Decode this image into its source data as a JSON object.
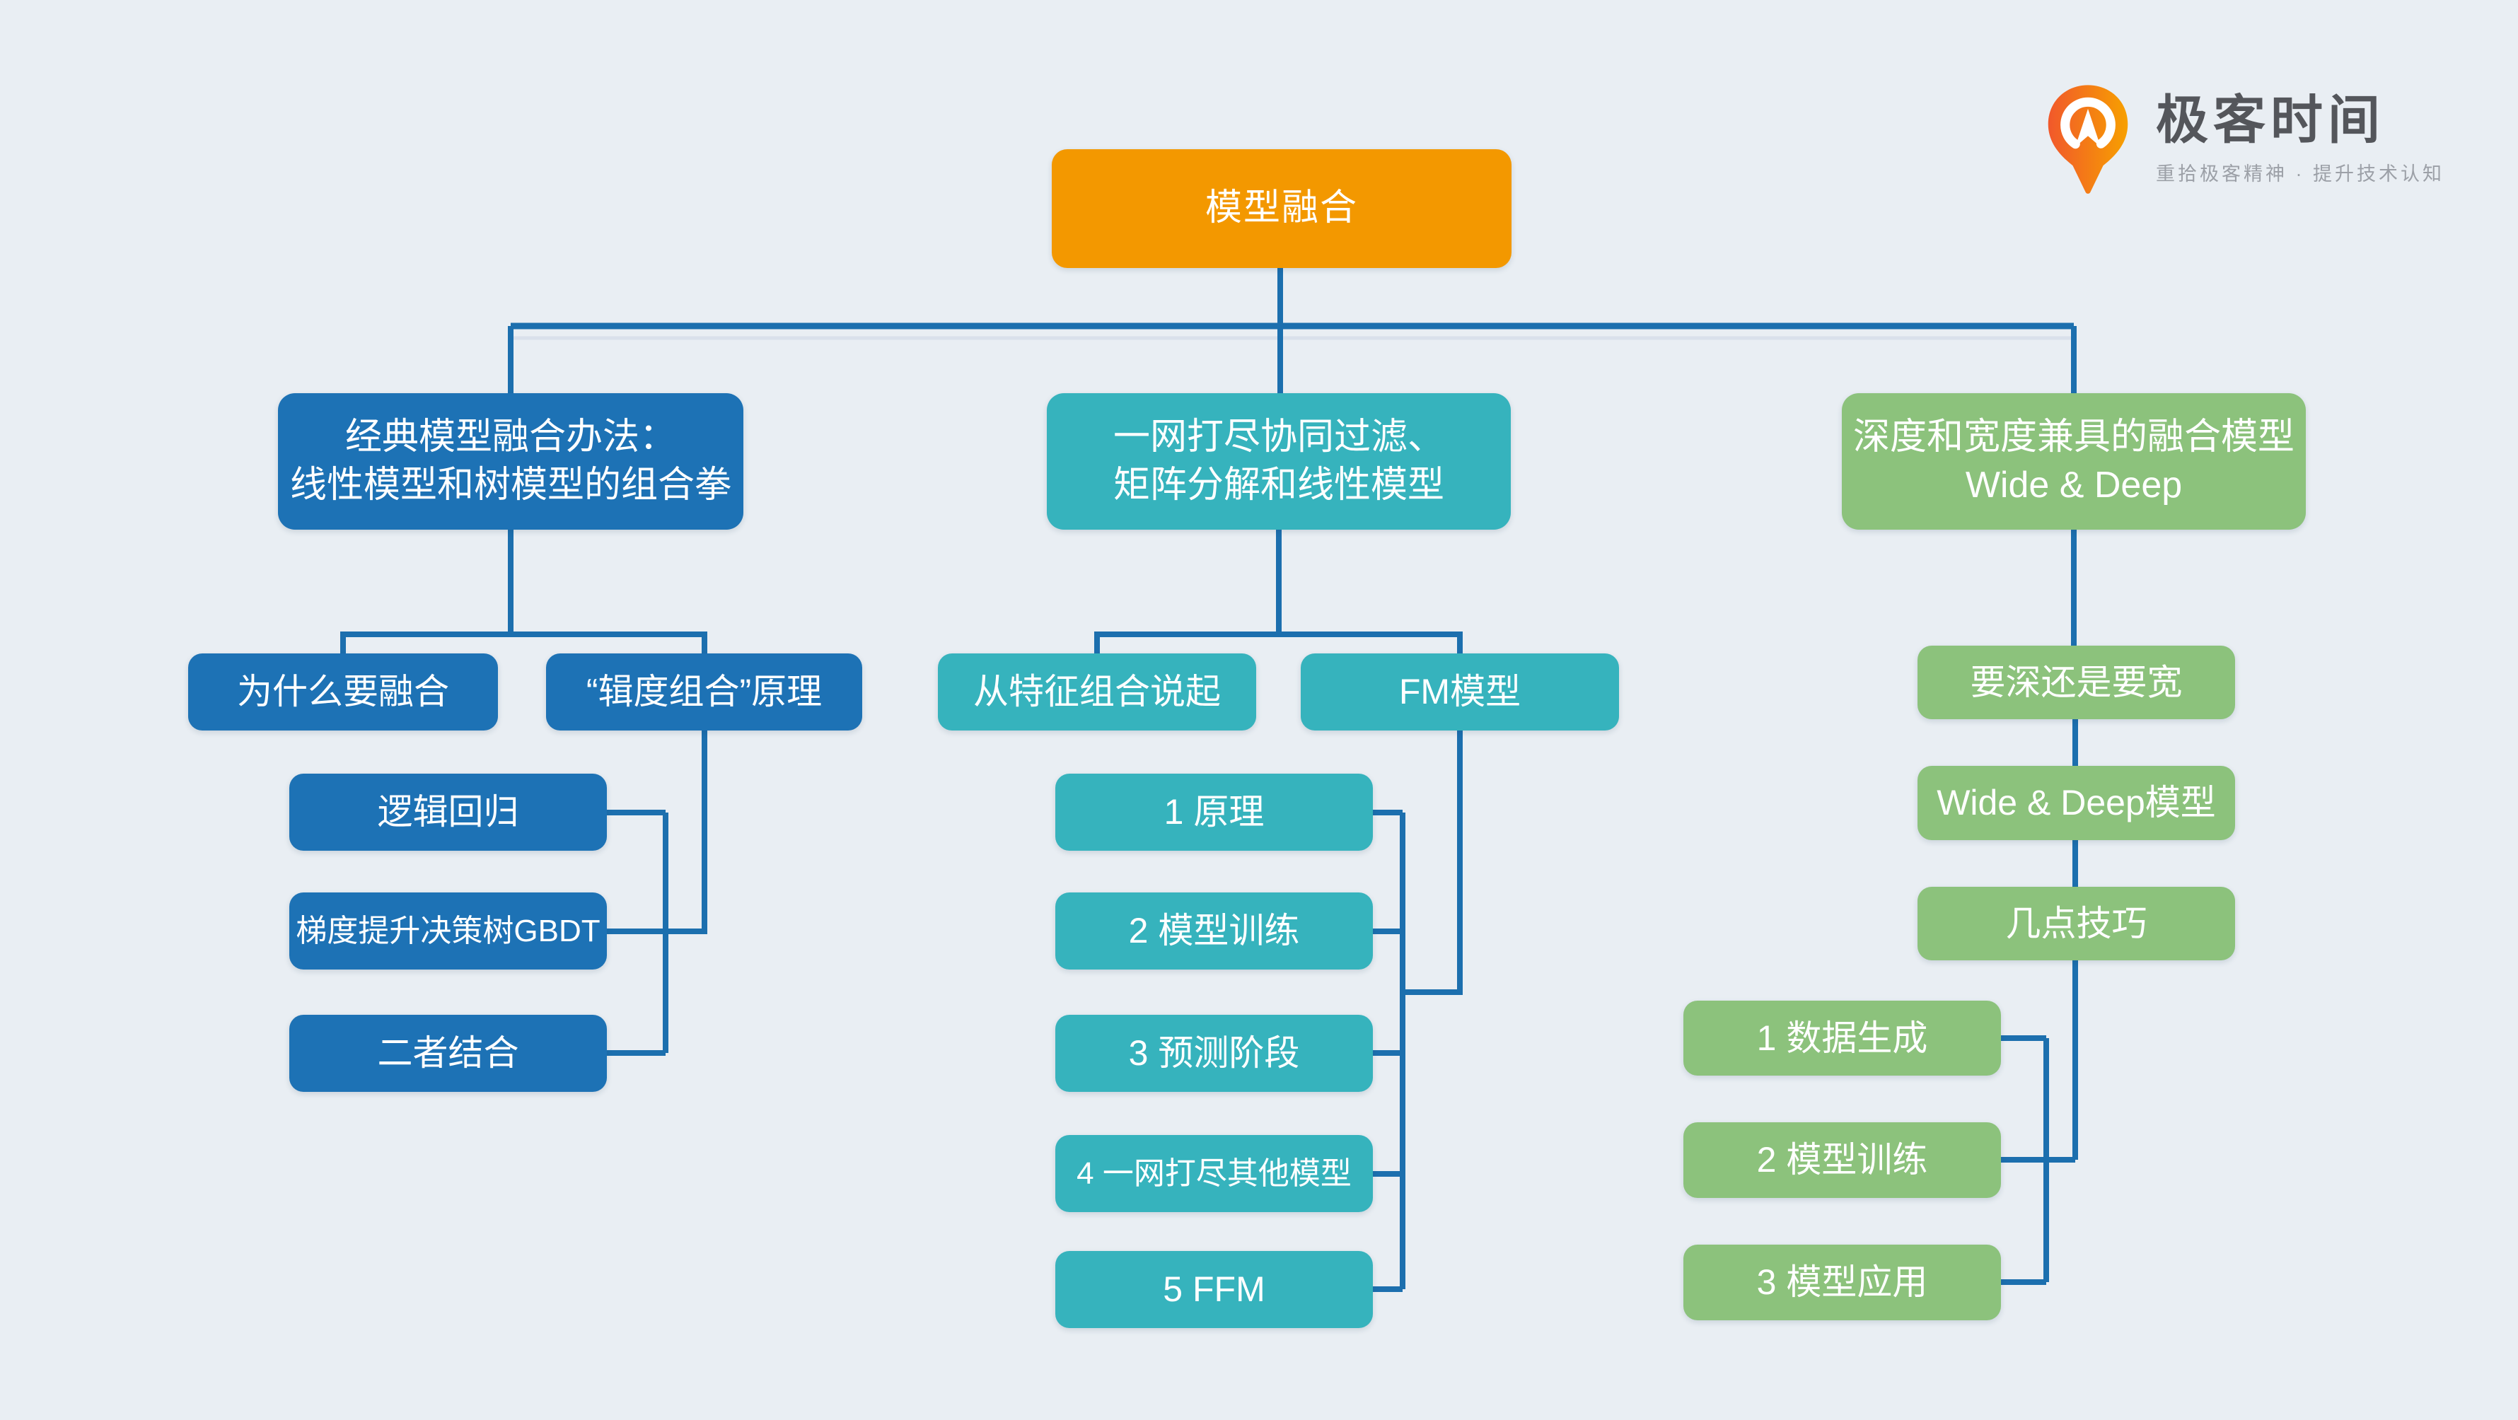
{
  "palette": {
    "background": "#e9eef3",
    "root_orange": "#f39800",
    "branch_blue": "#1d72b5",
    "branch_teal": "#36b3bd",
    "branch_green": "#8cc27c",
    "connector_blue": "#1c6fae",
    "node_text": "#ffffff",
    "brand_text": "#54565b",
    "tagline_text": "#9ca0a7"
  },
  "logo": {
    "icon": "geektime-pin-icon",
    "brand": "极客时间",
    "tagline": "重拾极客精神 · 提升技术认知"
  },
  "mindmap": {
    "root": {
      "label": "模型融合"
    },
    "classic": {
      "title1": "经典模型融合办法：",
      "title2": "线性模型和树模型的组合拳",
      "why": "为什么要融合",
      "radial": "“辑度组合”原理",
      "lr": "逻辑回归",
      "gbdt": "梯度提升决策树GBDT",
      "combine": "二者结合"
    },
    "collab": {
      "title1": "一网打尽协同过滤、",
      "title2": "矩阵分解和线性模型",
      "feature": "从特征组合说起",
      "fm": "FM模型",
      "items": [
        "1 原理",
        "2 模型训练",
        "3 预测阶段",
        "4 一网打尽其他模型",
        "5 FFM"
      ]
    },
    "widedeep": {
      "title1": "深度和宽度兼具的融合模型",
      "title2": "Wide & Deep",
      "deep_or_wide": "要深还是要宽",
      "model": "Wide & Deep模型",
      "tips": "几点技巧",
      "items": [
        "1 数据生成",
        "2 模型训练",
        "3 模型应用"
      ]
    }
  }
}
